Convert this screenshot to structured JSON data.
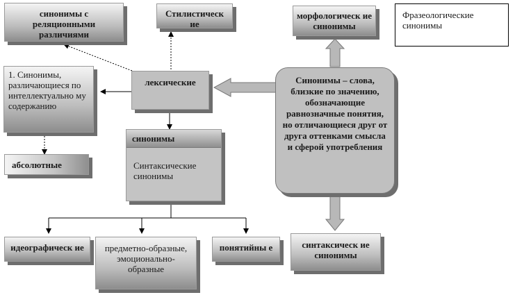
{
  "nodes": {
    "relational": "синонимы с реляционными различиями",
    "stylistic": "Стилистическ ие",
    "morphological": "морфологическ ие синонимы",
    "phraseological": "Фразеологические синонимы",
    "intellectual": "1. Синонимы, различающиеся по интеллектуально му содержанию",
    "lexical": "лексические",
    "definition": "Синонимы – слова, близкие по значению, обозначающие равнозначные понятия, но отличающиеся друг от друга оттенками смысла и сферой употребления",
    "absolute": "абсолютные",
    "synonyms_header": "синонимы",
    "syntactic_synonyms": "Синтаксические синонимы",
    "ideographic": "идеографическ ие",
    "subject_figurative": "предметно-образные, эмоционально-образные",
    "conceptual": "понятийны е",
    "syntactic": "синтаксическ ие синонимы"
  },
  "colors": {
    "box_light": "#f4f4f4",
    "box_dark": "#8d8d8d",
    "shadow": "#6e6e6e",
    "arrow": "#b8b8b8"
  }
}
